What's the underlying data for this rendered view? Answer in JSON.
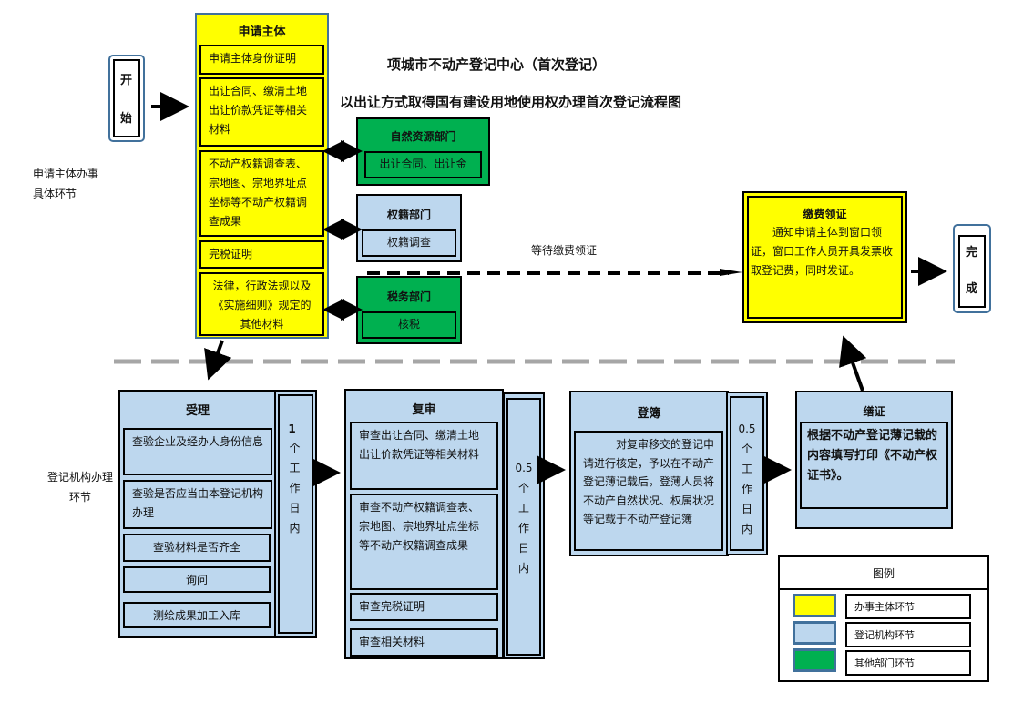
{
  "title": {
    "line1": "项城市不动产登记中心（首次登记）",
    "line2": "以出让方式取得国有建设用地使用权办理首次登记流程图"
  },
  "lane_labels": {
    "applicant": "申请主体办事具体环节",
    "agency": "登记机构办理环节"
  },
  "start": {
    "chars": [
      "开",
      "始"
    ]
  },
  "finish": {
    "chars": [
      "完",
      "成"
    ]
  },
  "applicant_box": {
    "title": "申请主体",
    "items": [
      "申请主体身份证明",
      "出让合同、缴清土地出让价款凭证等相关材料",
      "不动产权籍调查表、宗地图、宗地界址点坐标等不动产权籍调查成果",
      "完税证明",
      "法律，行政法规以及《实施细则》规定的其他材料"
    ]
  },
  "departments": [
    {
      "title": "自然资源部门",
      "item": "出让合同、出让金",
      "color": "#00b050"
    },
    {
      "title": "权籍部门",
      "item": "权籍调查",
      "color": "#bdd7ee"
    },
    {
      "title": "税务部门",
      "item": "核税",
      "color": "#00b050"
    }
  ],
  "wait_label": "等待缴费领证",
  "payment_box": {
    "title": "缴费领证",
    "text": "通知申请主体到窗口领证，窗口工作人员开具发票收取登记费，同时发证。"
  },
  "stages": {
    "accept": {
      "title": "受理",
      "items": [
        "查验企业及经办人身份信息",
        "查验是否应当由本登记机构办理",
        "查验材料是否齐全",
        "询问",
        "测绘成果加工入库"
      ],
      "duration_num": "1",
      "duration_chars": [
        "个",
        "工",
        "作",
        "日",
        "内"
      ]
    },
    "review": {
      "title": "复审",
      "items": [
        "审查出让合同、缴清土地出让价款凭证等相关材料",
        "审查不动产权籍调查表、宗地图、宗地界址点坐标等不动产权籍调查成果",
        "审查完税证明",
        "审查相关材料"
      ],
      "duration_num": "0.5",
      "duration_chars": [
        "个",
        "工",
        "作",
        "日",
        "内"
      ]
    },
    "register": {
      "title": "登簿",
      "text": "对复审移交的登记申请进行核定，予以在不动产登记薄记载后，登薄人员将不动产自然状况、权属状况等记载于不动产登记簿",
      "duration_num": "0.5",
      "duration_chars": [
        "个",
        "工",
        "作",
        "日",
        "内"
      ]
    },
    "certify": {
      "title": "缮证",
      "text": "根据不动产登记薄记载的内容填写打印《不动产权证书》。"
    }
  },
  "legend": {
    "title": "图例",
    "items": [
      {
        "label": "办事主体环节",
        "color": "#ffff00"
      },
      {
        "label": "登记机构环节",
        "color": "#bdd7ee"
      },
      {
        "label": "其他部门环节",
        "color": "#00b050"
      }
    ]
  }
}
